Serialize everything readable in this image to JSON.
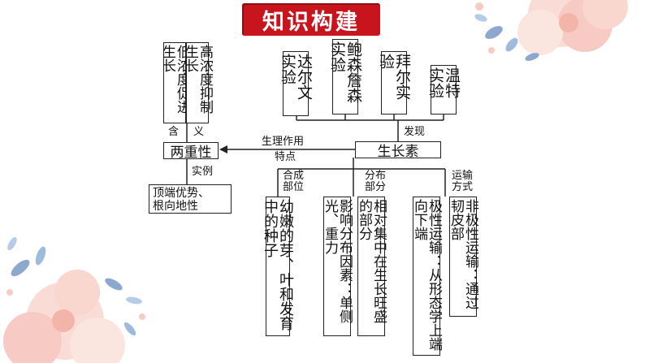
{
  "title": "知识构建",
  "discoverers": [
    "达尔文实验",
    "鲍森詹森实验",
    "拜尔实验",
    "温特实验"
  ],
  "discovery_label": "发现",
  "center": "生长素",
  "effect_label_1": "生理作用",
  "effect_label_2": "特点",
  "duality": "两重性",
  "meaning_label": [
    "含",
    "义"
  ],
  "meaning_high": "高浓度抑制生长",
  "meaning_low": "低浓度促进生长",
  "example_label": "实例",
  "examples": [
    "顶端优势、",
    "根向地性"
  ],
  "synthesis_label": [
    "合成",
    "部位"
  ],
  "distribution_label": [
    "分布",
    "部分"
  ],
  "transport_label": [
    "运输",
    "方式"
  ],
  "synthesis_site": "幼嫩的芽、叶和发育中的种子",
  "distribution_factors": "影响分布因素：单侧光、重力",
  "distribution_site": "相对集中在生长旺盛的部分",
  "polar_transport": "极性运输：从形态学上端向下端",
  "nonpolar_transport": "非极性运输：通过韧皮部",
  "colors": {
    "banner": "#c8151d",
    "line": "#222222",
    "flower": "#f7c9c1",
    "leaf": "#7a9ac7"
  }
}
